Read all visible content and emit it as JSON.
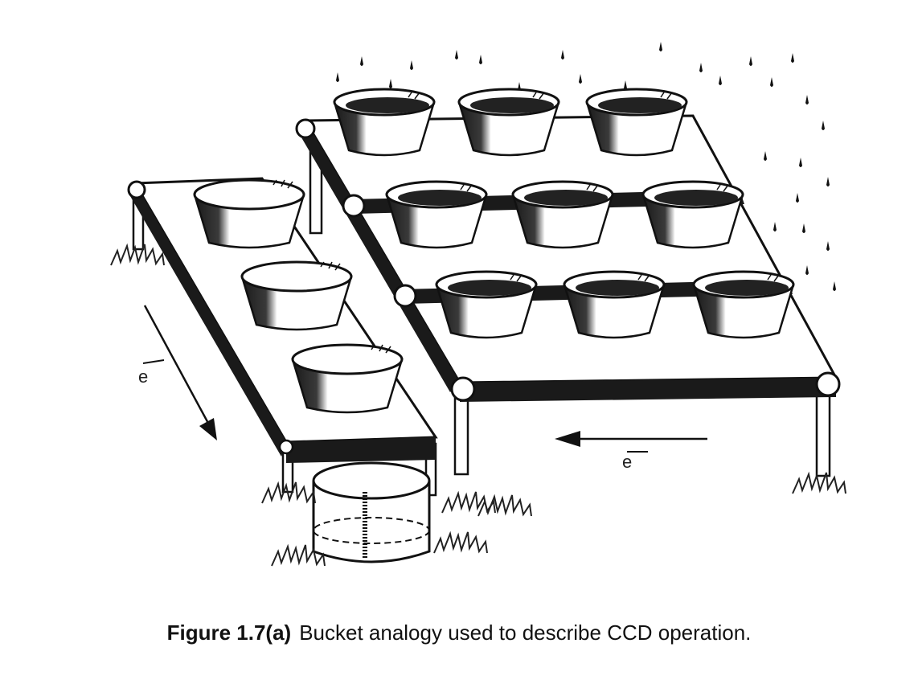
{
  "figure": {
    "caption_number": "Figure 1.7(a)",
    "caption_text": "Bucket analogy used to describe CCD operation.",
    "left_arrow_label": "e",
    "bottom_arrow_label": "e"
  }
}
